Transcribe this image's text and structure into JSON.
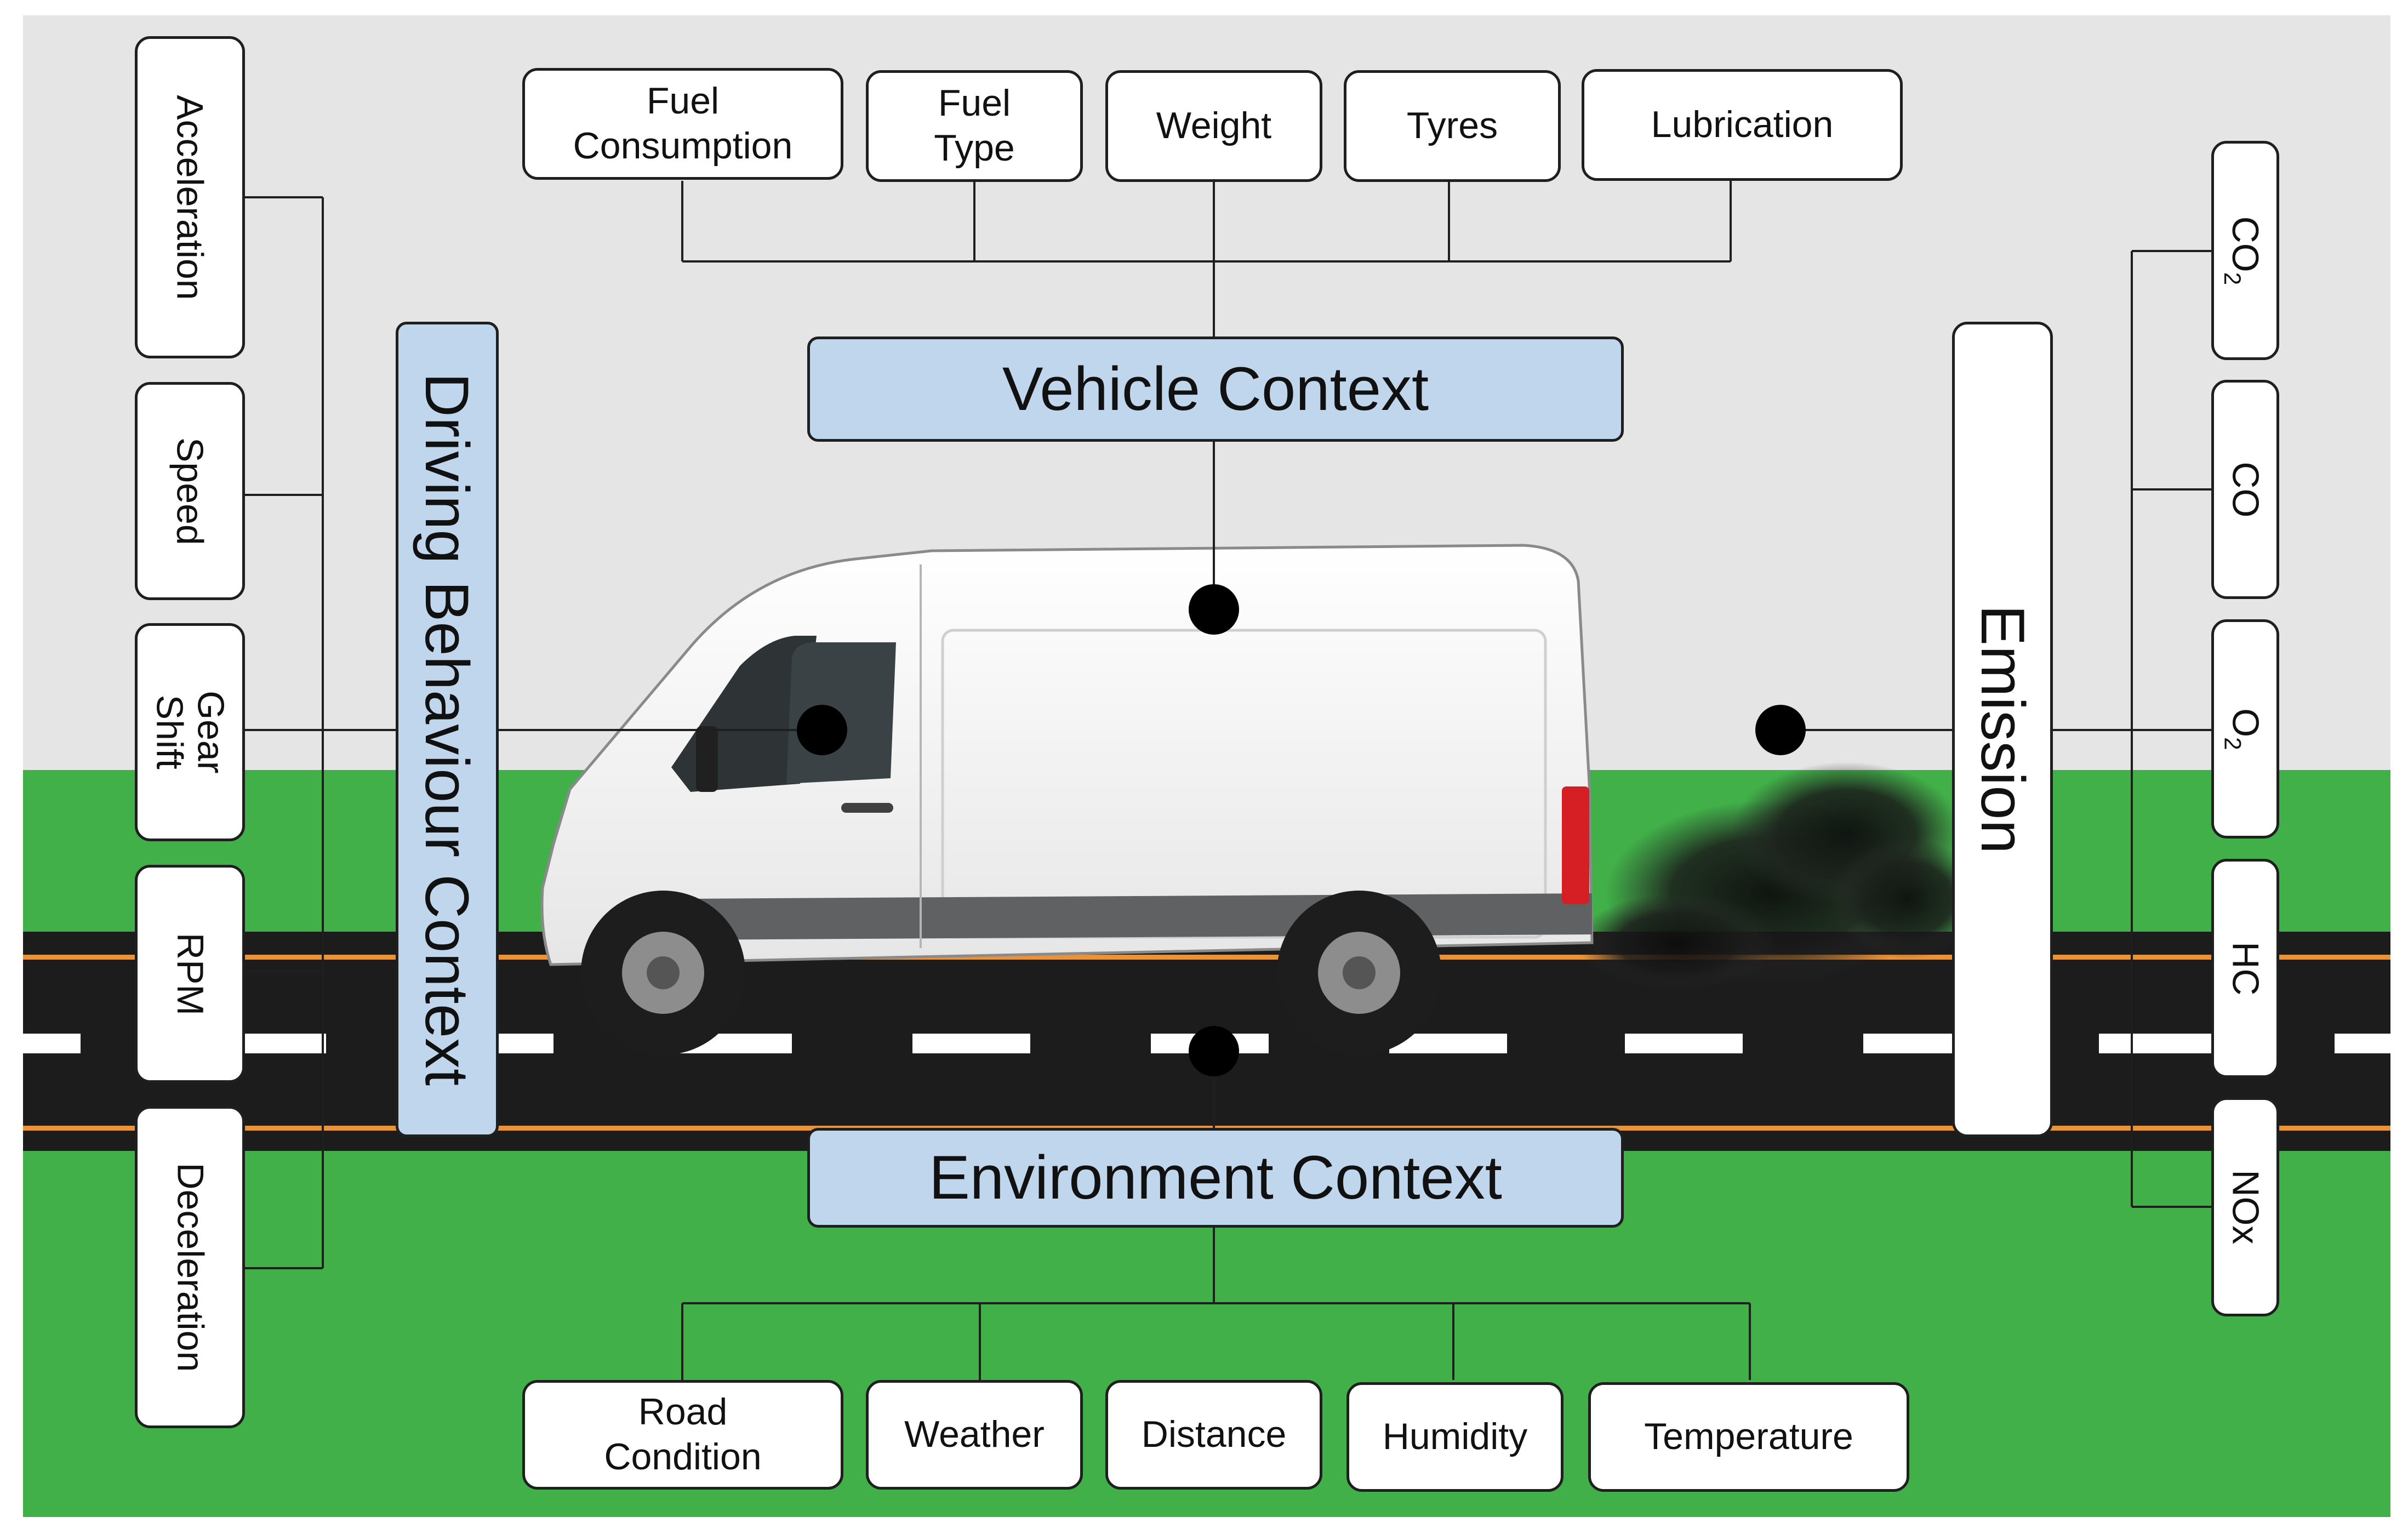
{
  "colors": {
    "sky": "#e5e5e5",
    "grass": "#41b049",
    "road": "#1c1c1c",
    "road_edge_line": "#e8923a",
    "lane_dash": "#ffffff",
    "context_box": "#bfd6ec",
    "van_body": "#f4f4f4",
    "taillight": "#d61e25",
    "smoke": "#1a1a1a"
  },
  "center_icon": "white-van-with-exhaust-smoke-on-road",
  "vehicle_context": {
    "title": "Vehicle Context",
    "factors": [
      {
        "line1": "Fuel",
        "line2": "Consumption"
      },
      {
        "line1": "Fuel",
        "line2": "Type"
      },
      {
        "line1": "Weight"
      },
      {
        "line1": "Tyres"
      },
      {
        "line1": "Lubrication"
      }
    ]
  },
  "environment_context": {
    "title": "Environment Context",
    "factors": [
      {
        "line1": "Road",
        "line2": "Condition"
      },
      {
        "line1": "Weather"
      },
      {
        "line1": "Distance"
      },
      {
        "line1": "Humidity"
      },
      {
        "line1": "Temperature"
      }
    ]
  },
  "driving_behaviour_context": {
    "title": "Driving Behaviour Context",
    "factors": [
      {
        "line1": "Acceleration"
      },
      {
        "line1": "Speed"
      },
      {
        "line1": "Gear",
        "line2": "Shift"
      },
      {
        "line1": "RPM"
      },
      {
        "line1": "Deceleration"
      }
    ]
  },
  "emission": {
    "title": "Emission",
    "gases": [
      {
        "base": "CO",
        "sub": "2"
      },
      {
        "base": "CO"
      },
      {
        "base": "O",
        "sub": "2"
      },
      {
        "base": "HC"
      },
      {
        "base": "NOx"
      }
    ]
  }
}
